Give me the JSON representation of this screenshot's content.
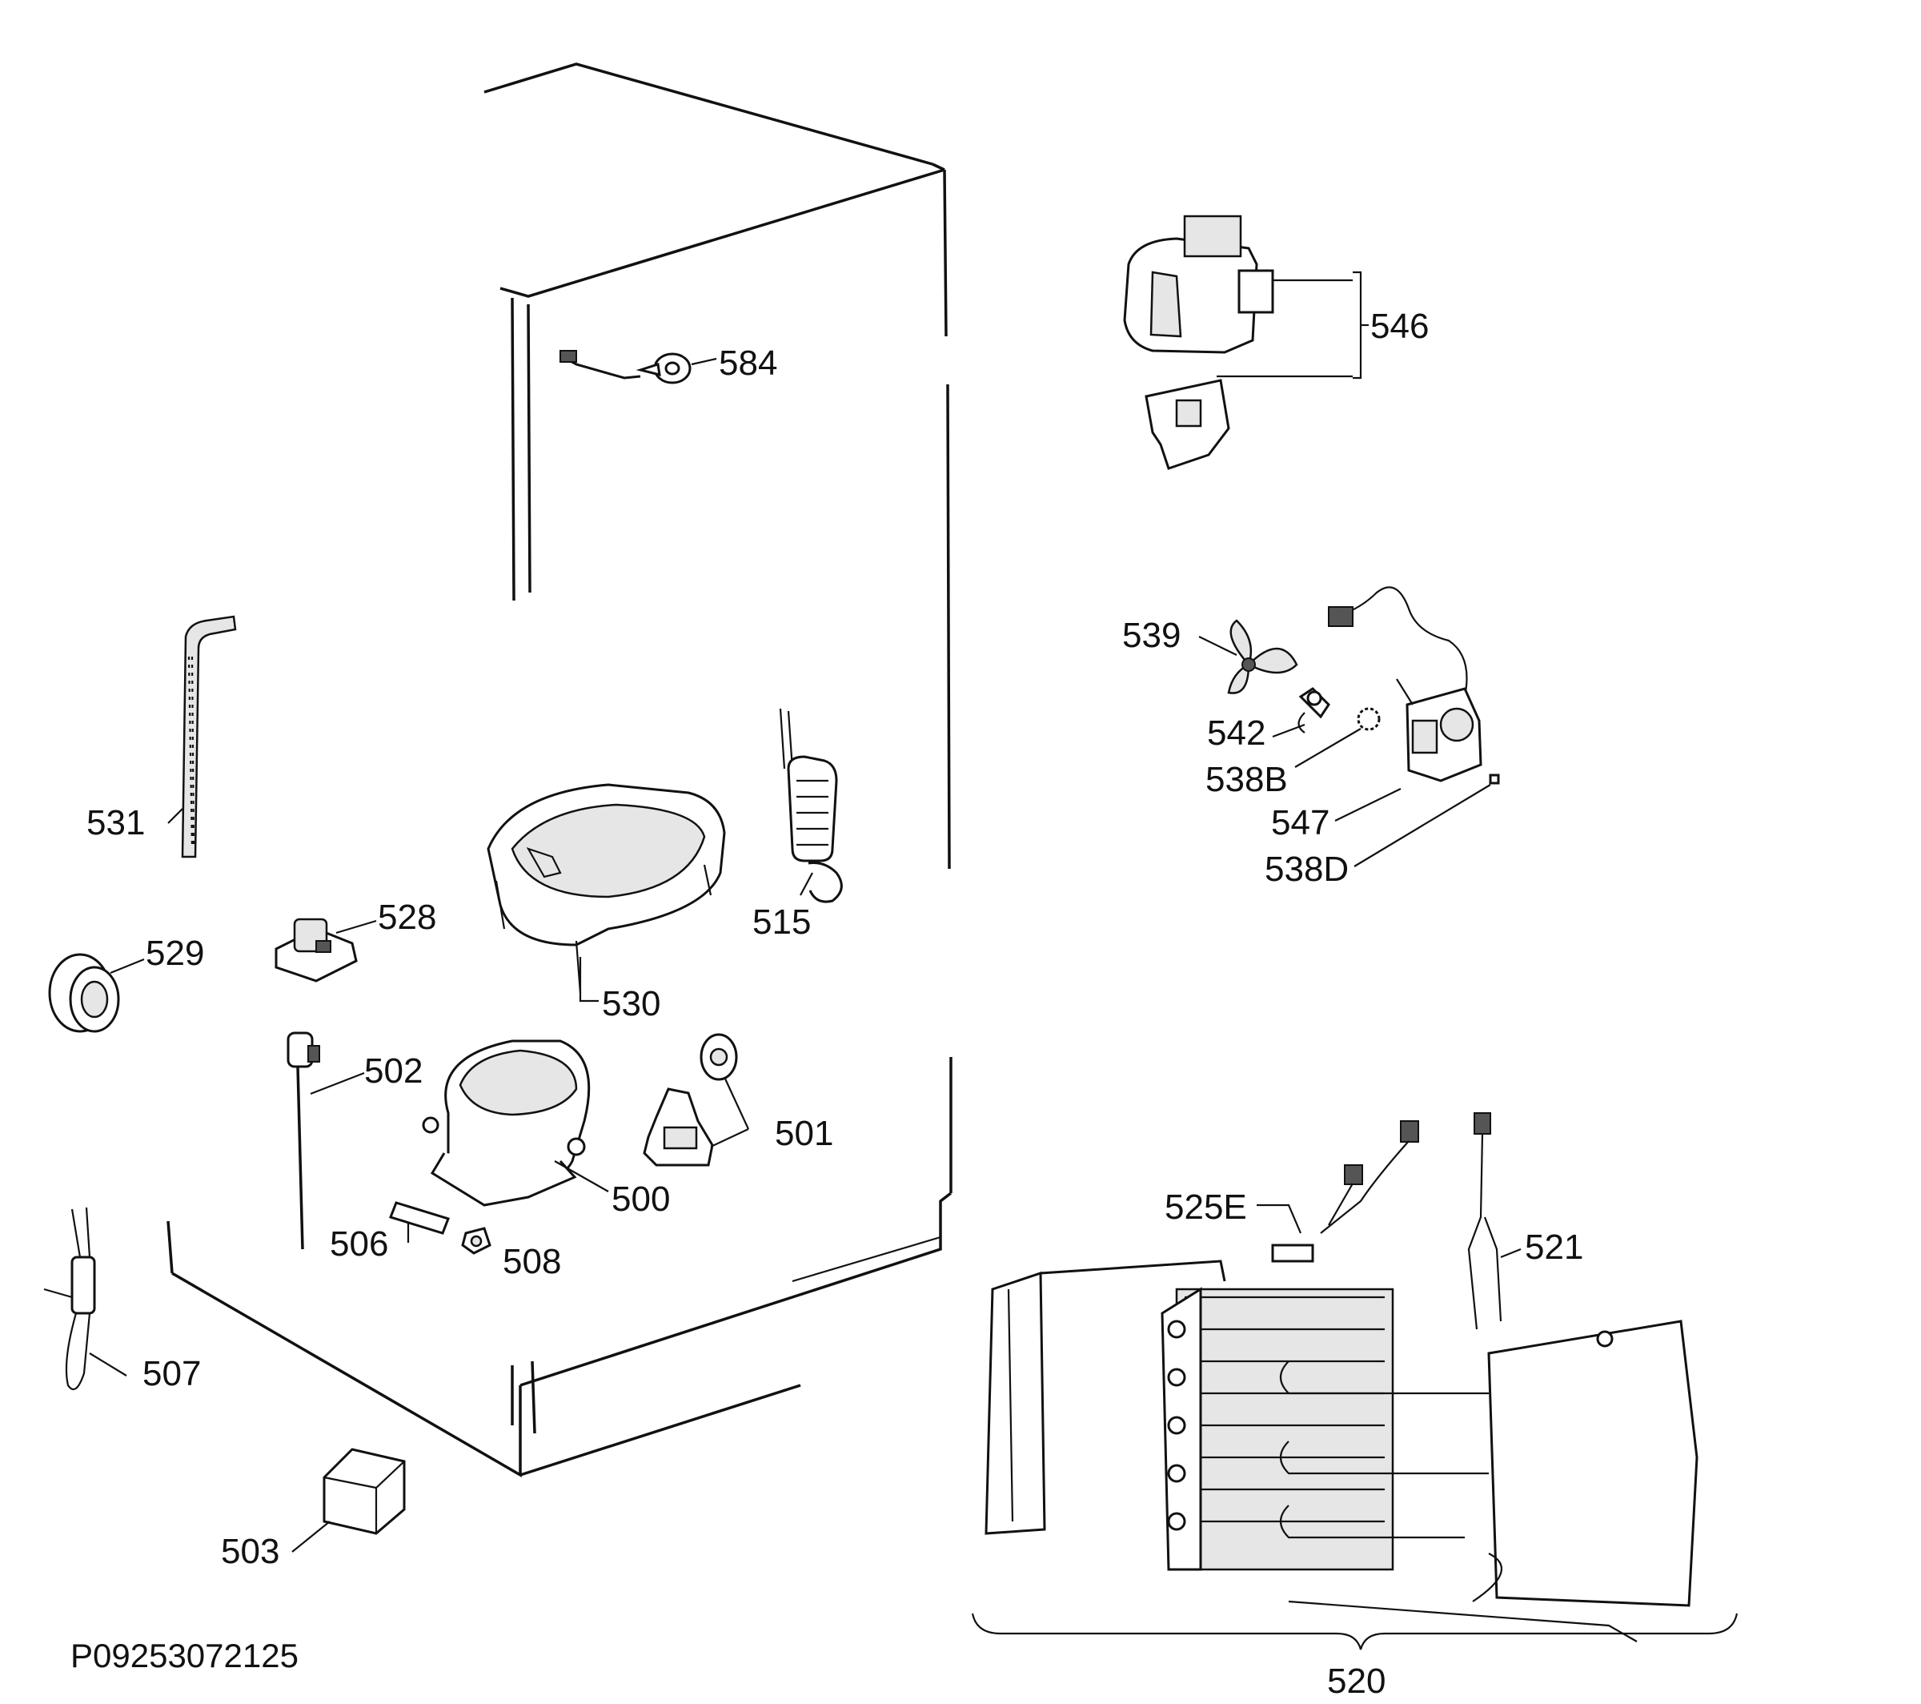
{
  "diagram": {
    "code": "P09253072125",
    "labels": {
      "l500": "500",
      "l501": "501",
      "l502": "502",
      "l503": "503",
      "l506": "506",
      "l507": "507",
      "l508": "508",
      "l515": "515",
      "l520": "520",
      "l521": "521",
      "l525E": "525E",
      "l528": "528",
      "l529": "529",
      "l530": "530",
      "l531": "531",
      "l538B": "538B",
      "l538D": "538D",
      "l539": "539",
      "l542": "542",
      "l546": "546",
      "l547": "547",
      "l584": "584"
    }
  }
}
